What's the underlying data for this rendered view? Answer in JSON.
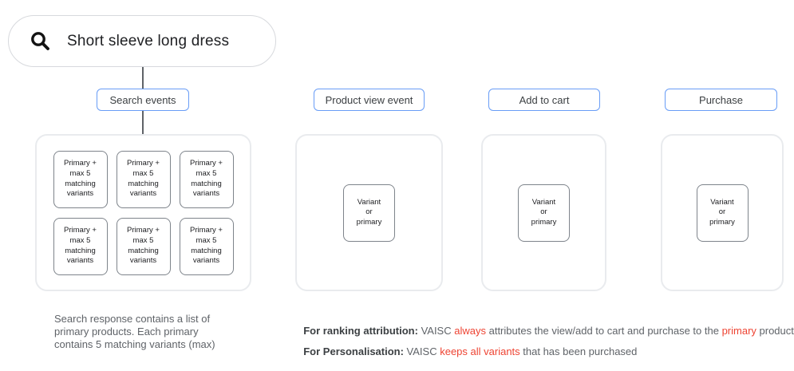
{
  "search_bar": {
    "query": "Short sleeve long dress",
    "icon": "search-icon"
  },
  "event_columns": [
    {
      "label": "Search events",
      "boxes": [
        "Primary +\nmax 5\nmatching\nvariants",
        "Primary +\nmax 5\nmatching\nvariants",
        "Primary +\nmax 5\nmatching\nvariants",
        "Primary +\nmax 5\nmatching\nvariants",
        "Primary +\nmax 5\nmatching\nvariants",
        "Primary +\nmax 5\nmatching\nvariants"
      ]
    },
    {
      "label": "Product view event",
      "boxes": [
        "Variant\nor\nprimary"
      ]
    },
    {
      "label": "Add to cart",
      "boxes": [
        "Variant\nor\nprimary"
      ]
    },
    {
      "label": "Purchase",
      "boxes": [
        "Variant\nor\nprimary"
      ]
    }
  ],
  "captions": {
    "search_note": "Search response contains a list of\nprimary products. Each primary\ncontains 5 matching variants (max)",
    "ranking": {
      "segments": [
        {
          "text": "For ranking attribution:",
          "style": "bold"
        },
        {
          "text": " VAISC ",
          "style": "gray"
        },
        {
          "text": "always",
          "style": "red"
        },
        {
          "text": " attributes the view/add to cart and purchase to the ",
          "style": "gray"
        },
        {
          "text": "primary",
          "style": "red"
        },
        {
          "text": " product.",
          "style": "gray"
        }
      ]
    },
    "personalisation": {
      "segments": [
        {
          "text": "For Personalisation:",
          "style": "bold"
        },
        {
          "text": " VAISC ",
          "style": "gray"
        },
        {
          "text": "keeps all variants",
          "style": "red"
        },
        {
          "text": " that has been purchased",
          "style": "gray"
        }
      ]
    }
  },
  "colors": {
    "label_border": "#699df6",
    "container_border": "#e9ebee",
    "box_border": "#7e848b",
    "red_text": "#ee4433",
    "gray_text": "#5f6368",
    "dark_text": "#3c4043"
  }
}
